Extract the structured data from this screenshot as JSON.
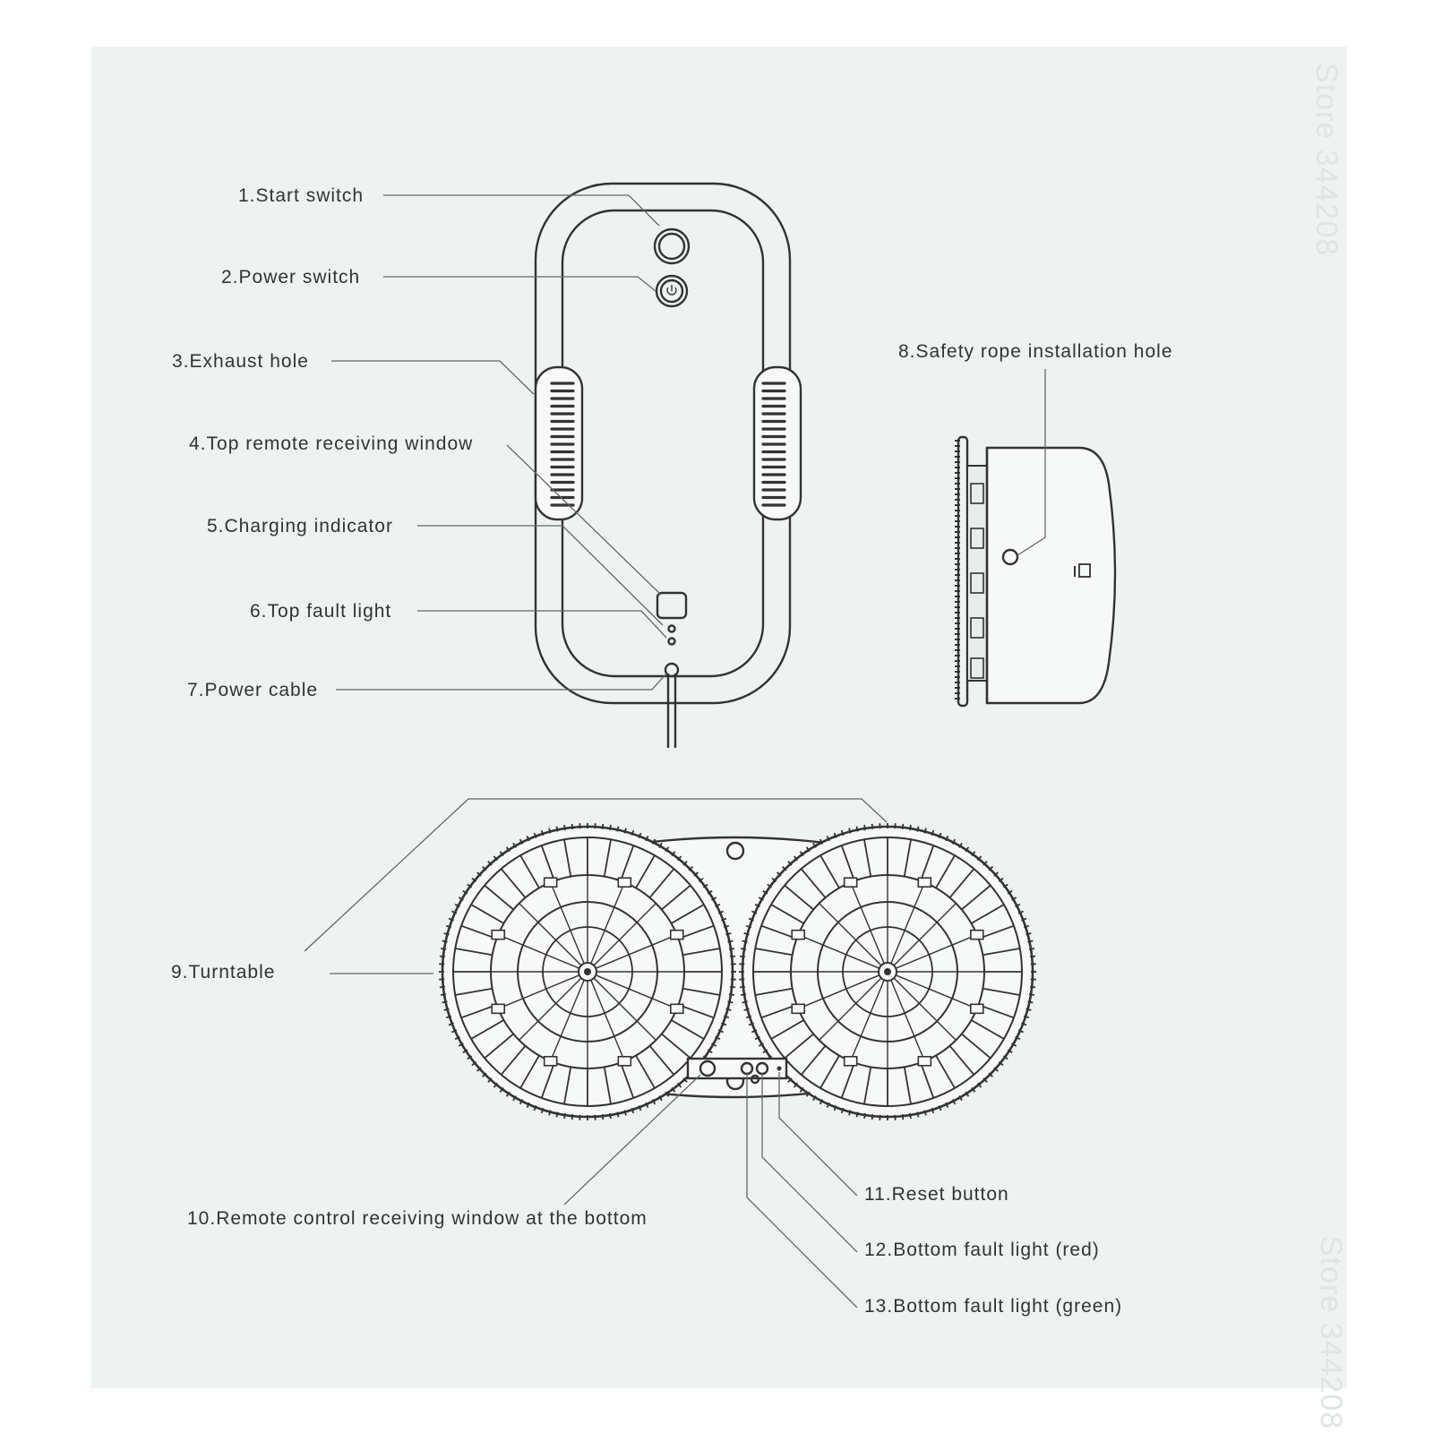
{
  "labels": {
    "l1": "1.Start switch",
    "l2": "2.Power switch",
    "l3": "3.Exhaust hole",
    "l4": "4.Top remote receiving window",
    "l5": "5.Charging indicator",
    "l6": "6.Top fault light",
    "l7": "7.Power cable",
    "l8": "8.Safety rope installation hole",
    "l9": "9.Turntable",
    "l10": "10.Remote control receiving window at the bottom",
    "l11": "11.Reset button",
    "l12": "12.Bottom fault light (red)",
    "l13": "13.Bottom fault light (green)"
  },
  "watermark": {
    "top": "Store 344208",
    "bottom": "Store 344208"
  }
}
